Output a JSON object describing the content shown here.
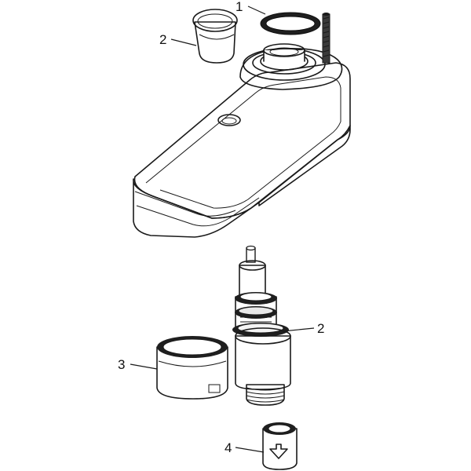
{
  "diagram": {
    "callouts": [
      {
        "id": "c1",
        "label": "1"
      },
      {
        "id": "c2a",
        "label": "2"
      },
      {
        "id": "c2b",
        "label": "2"
      },
      {
        "id": "c3",
        "label": "3"
      },
      {
        "id": "c4",
        "label": "4"
      }
    ],
    "colors": {
      "background": "#ffffff",
      "outline": "#1a1a1a",
      "body_fill": "#f2f2f2",
      "shade": "#d9d9d9",
      "dark": "#2b2b2b"
    }
  }
}
